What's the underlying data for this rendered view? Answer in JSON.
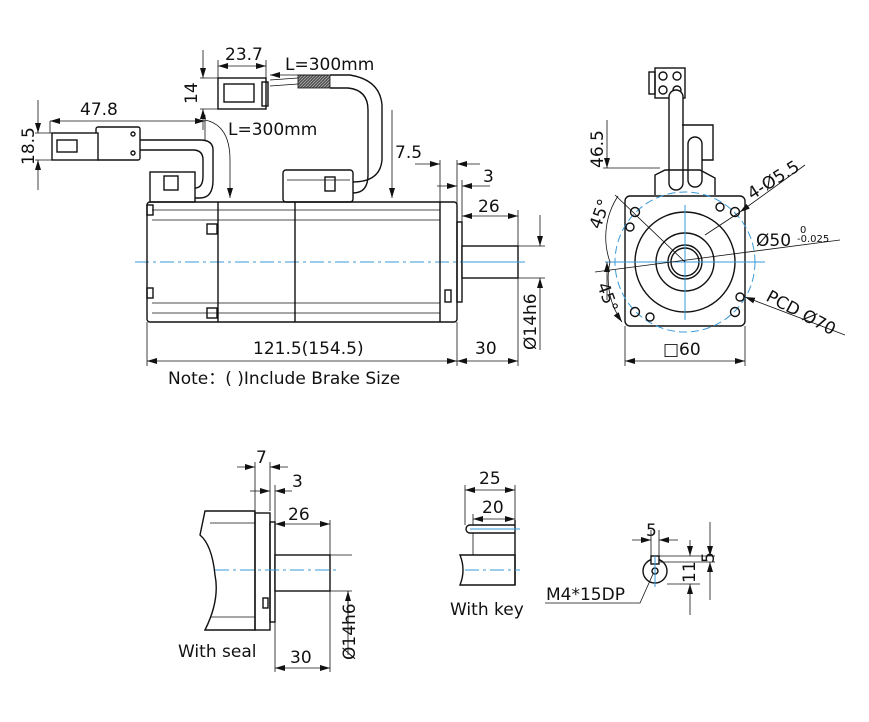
{
  "side_view": {
    "dim_encoder_width": "47.8",
    "dim_encoder_height": "18.5",
    "dim_power_width": "23.7",
    "dim_power_height": "14",
    "cable_length_power": "L=300mm",
    "cable_length_encoder": "L=300mm",
    "dim_flange_7_5": "7.5",
    "dim_flange_3": "3",
    "dim_shaft_26": "26",
    "dim_shaft_dia": "Ø14h6",
    "dim_body_length": "121.5(154.5)",
    "dim_shaft_30": "30",
    "note": "Note：(  )Include Brake Size"
  },
  "front_view": {
    "dim_connector_height": "46.5",
    "angle_upper": "45°",
    "angle_lower": "45°",
    "mount_holes": "4-Ø5.5",
    "pilot_dia": "Ø50",
    "pilot_tol_upper": "0",
    "pilot_tol_lower": "-0.025",
    "pcd": "PCD Ø70",
    "flange_square": "□60"
  },
  "seal_view": {
    "dim_7": "7",
    "dim_3": "3",
    "dim_26": "26",
    "dim_30": "30",
    "dim_shaft_dia": "Ø14h6",
    "caption": "With seal"
  },
  "key_view": {
    "dim_25": "25",
    "dim_20": "20",
    "caption": "With key"
  },
  "end_view": {
    "dim_key_width": "5",
    "dim_key_depth": "5",
    "dim_11": "11",
    "thread": "M4*15DP"
  }
}
